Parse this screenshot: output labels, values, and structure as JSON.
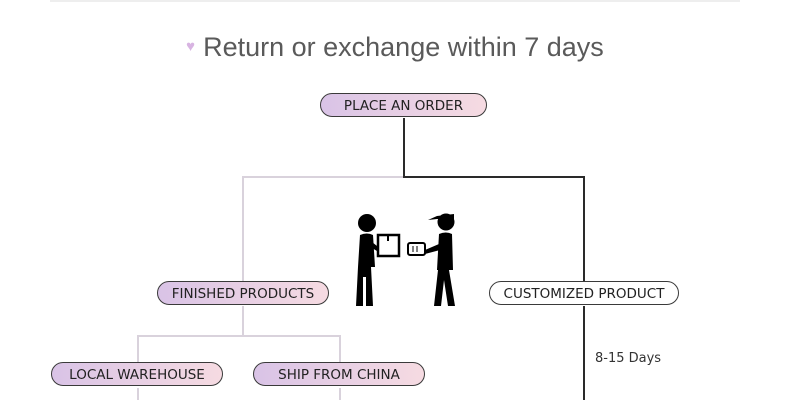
{
  "header": {
    "icon": "heart-icon",
    "heart_glyph": "♥",
    "title": "Return or exchange within 7 days"
  },
  "flow": {
    "root": "PLACE AN ORDER",
    "left_branch": "FINISHED PRODUCTS",
    "right_branch": "CUSTOMIZED PRODUCT",
    "left_children": [
      "LOCAL WAREHOUSE",
      "SHIP FROM CHINA"
    ],
    "right_note": "8-15 Days"
  },
  "illustration": {
    "icon": "delivery-handover-icon"
  },
  "colors": {
    "pill_gradient_start": "#d9c3e6",
    "pill_gradient_end": "#f6dbe2",
    "title_text": "#5a5a5a"
  }
}
